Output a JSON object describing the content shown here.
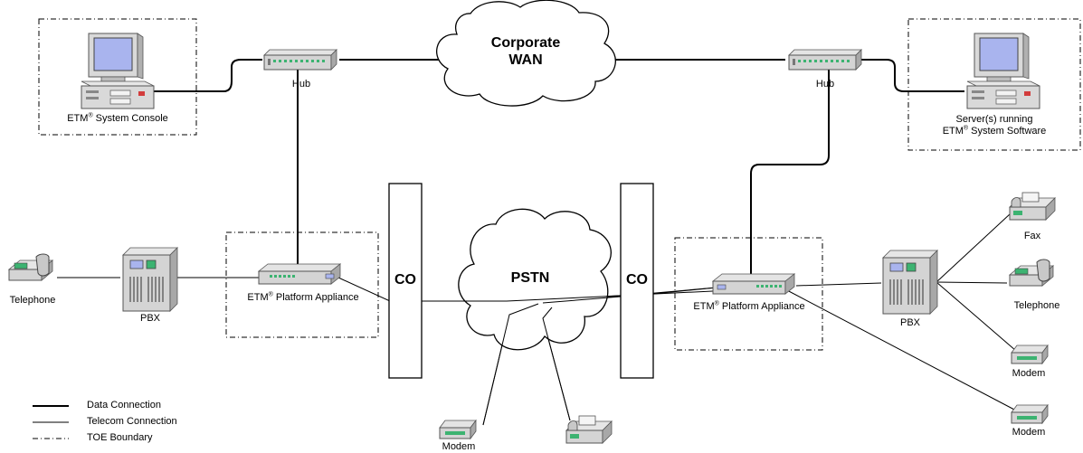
{
  "cloud_labels": {
    "wan_line1": "Corporate",
    "wan_line2": "WAN",
    "pstn": "PSTN"
  },
  "co_labels": {
    "left": "CO",
    "right": "CO"
  },
  "labels": {
    "hub_left": "Hub",
    "hub_right": "Hub",
    "console_prefix": "ETM",
    "reg_mark": "®",
    "console_suffix": " System Console",
    "server_line1": "Server(s) running",
    "server_prefix": "ETM",
    "server_suffix": " System Software",
    "appliance_left_prefix": "ETM",
    "appliance_left_suffix": " Platform Appliance",
    "appliance_right_prefix": "ETM",
    "appliance_right_suffix": " Platform Appliance",
    "telephone_left": "Telephone",
    "pbx_left": "PBX",
    "pbx_right": "PBX",
    "fax": "Fax",
    "telephone_right": "Telephone",
    "modem_right1": "Modem",
    "modem_right2": "Modem",
    "modem_bottom": "Modem"
  },
  "legend": {
    "items": [
      {
        "label": "Data Connection",
        "style": "thick-solid"
      },
      {
        "label": "Telecom Connection",
        "style": "thin-solid"
      },
      {
        "label": "TOE Boundary",
        "style": "dash-dot"
      }
    ]
  },
  "colors": {
    "screen": "#a9b4ee",
    "device_body": "#d9d9d9",
    "device_dark": "#8c8c8c",
    "led_green": "#3cb371",
    "led_red": "#d23c3c"
  },
  "icons": {
    "workstation": "desktop-computer-icon",
    "hub": "network-hub-icon",
    "pbx": "pbx-cabinet-icon",
    "telephone": "telephone-icon",
    "fax": "fax-machine-icon",
    "modem": "modem-icon",
    "appliance": "appliance-icon"
  }
}
